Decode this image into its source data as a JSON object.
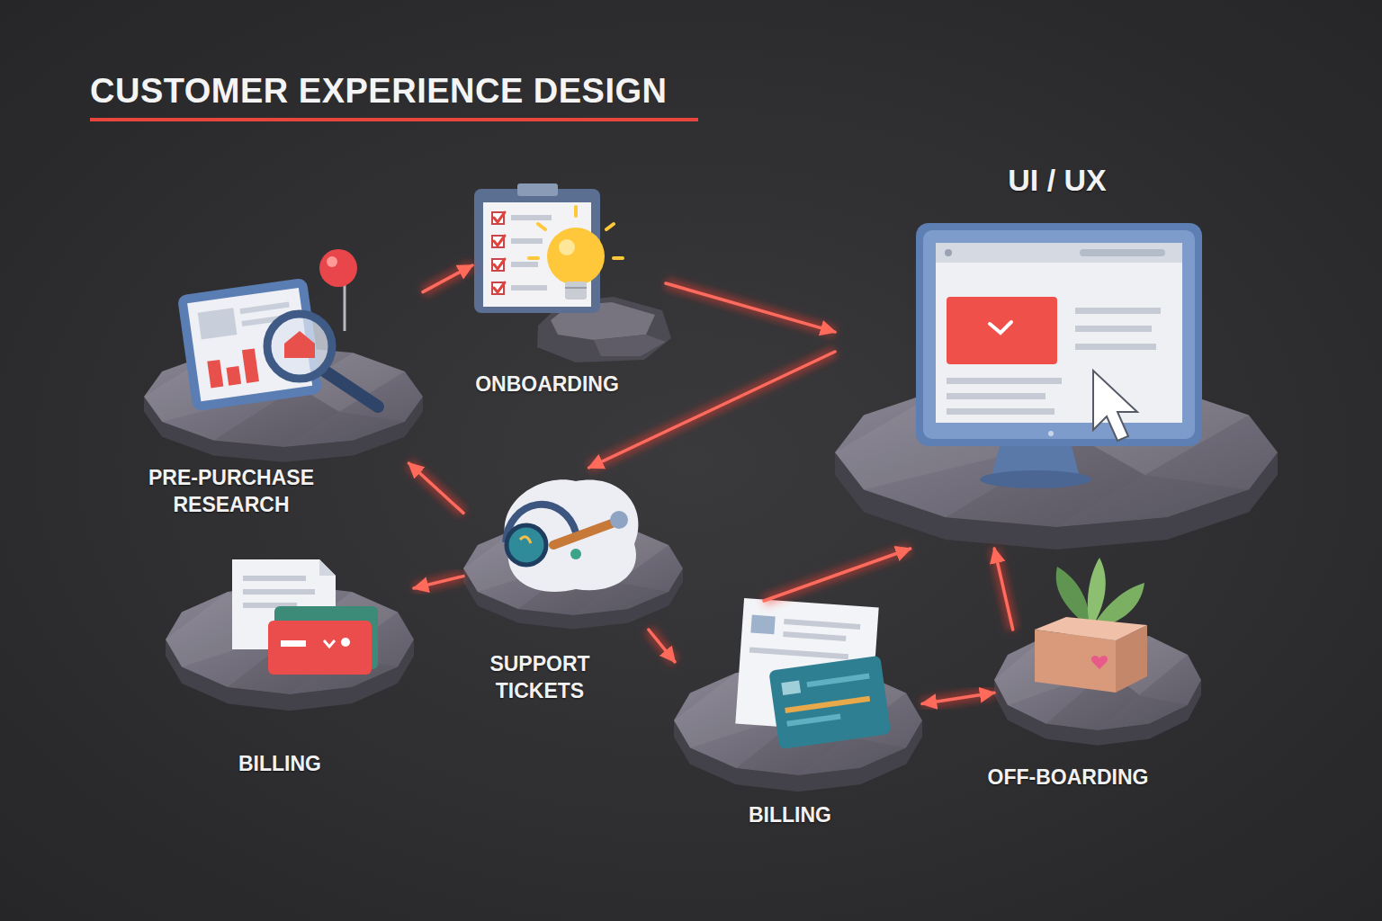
{
  "diagram": {
    "title": "CUSTOMER EXPERIENCE DESIGN",
    "nodes": [
      {
        "text": [
          "PRE-PURCHASE RESEARCH"
        ]
      },
      {
        "text": [
          "ONBOARDING"
        ]
      },
      {
        "text": [
          "UI / UX"
        ]
      },
      {
        "text": [
          "SUPPORT TICKETS"
        ]
      },
      {
        "text": [
          "BILLING"
        ]
      },
      {
        "text": [
          "BILLING"
        ]
      },
      {
        "text": [
          "OFF-BOARDING"
        ]
      }
    ],
    "edges": [
      {
        "from": 0,
        "to": 1,
        "arrow": "to"
      },
      {
        "from": 1,
        "to": 2,
        "arrow": "to"
      },
      {
        "from": 2,
        "to": 3,
        "arrow": "to"
      },
      {
        "from": 3,
        "to": 0,
        "arrow": "to"
      },
      {
        "from": 3,
        "to": 4,
        "arrow": "to"
      },
      {
        "from": 3,
        "to": 5,
        "arrow": "to"
      },
      {
        "from": 5,
        "to": 2,
        "arrow": "to"
      },
      {
        "from": 5,
        "to": 6,
        "arrow": "both"
      },
      {
        "from": 6,
        "to": 2,
        "arrow": "to"
      }
    ]
  }
}
